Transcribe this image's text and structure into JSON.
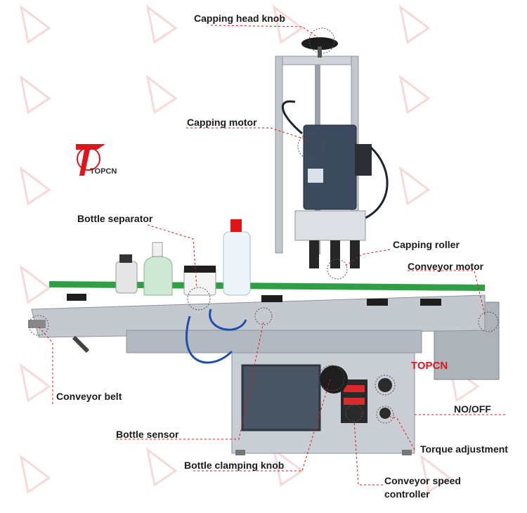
{
  "logo": {
    "text": "TOPCN"
  },
  "watermark": {
    "text": "TOPCN"
  },
  "brand_mark": {
    "text": "TOPCN"
  },
  "callouts": {
    "capping_head_knob": "Capping head knob",
    "capping_motor": "Capping motor",
    "bottle_separator": "Bottle separator",
    "capping_roller": "Capping roller",
    "conveyor_motor": "Conveyor motor",
    "conveyor_belt": "Conveyor belt",
    "no_off": "NO/OFF",
    "bottle_sensor": "Bottle sensor",
    "torque_adjustment": "Torque adjustment",
    "bottle_clamping_knob": "Bottle clamping knob",
    "conveyor_speed_controller": "Conveyor speed\ncontroller"
  },
  "colors": {
    "callout_line": "#e0141b",
    "watermark": "#f3c2c2",
    "belt_green": "#2f9e44",
    "motor_blue": "#3b4a5c",
    "steel": "#b8bec6",
    "label_text": "#1a1a1a"
  }
}
